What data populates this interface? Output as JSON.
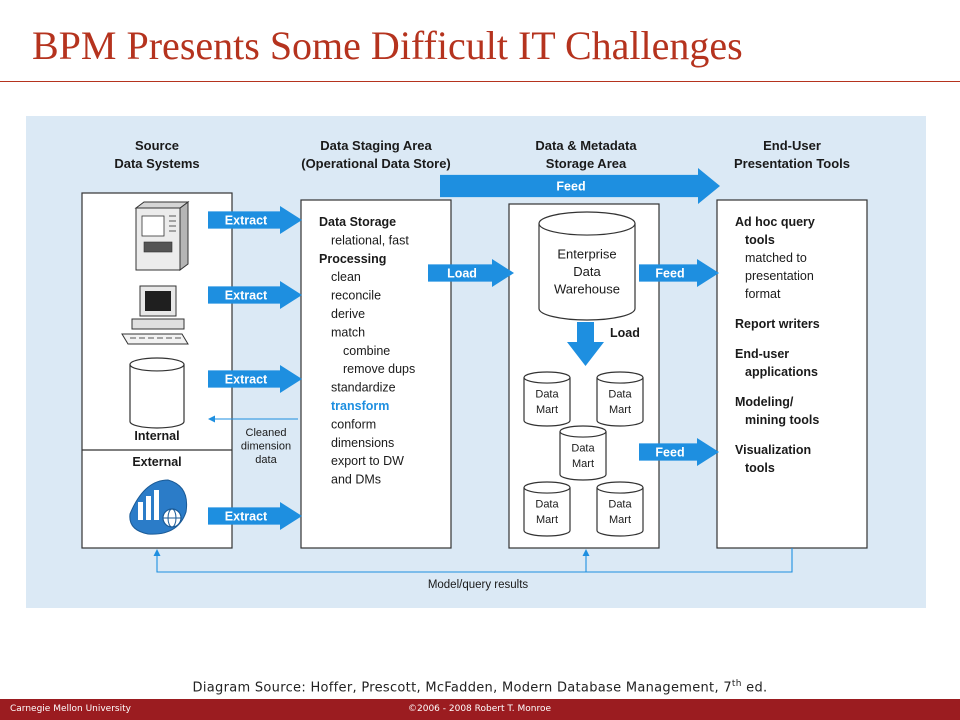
{
  "slide": {
    "title": "BPM Presents Some Difficult IT Challenges",
    "source_note": {
      "prefix": "Diagram Source: Hoffer, Prescott, McFadden, Modern Database Management, 7",
      "sup": "th",
      "suffix": " ed."
    },
    "footer_left": "Carnegie Mellon University",
    "footer_right": "©2006 - 2008  Robert T. Monroe"
  },
  "diagram": {
    "colors": {
      "background": "#dbe9f5",
      "arrow": "#1e8fe0",
      "line": "#333333",
      "transform": "#1e8fe0",
      "feedback": "#1e8fe0"
    },
    "columns": {
      "source": {
        "title_lines": [
          "Source",
          "Data Systems"
        ],
        "internal_label": "Internal",
        "external_label": "External"
      },
      "staging": {
        "title_lines": [
          "Data Staging Area",
          "(Operational Data Store)"
        ],
        "lines": [
          {
            "text": "Data Storage",
            "bold": true,
            "indent": 0
          },
          {
            "text": "relational, fast",
            "bold": false,
            "indent": 1
          },
          {
            "text": "Processing",
            "bold": true,
            "indent": 0
          },
          {
            "text": "clean",
            "bold": false,
            "indent": 1
          },
          {
            "text": "reconcile",
            "bold": false,
            "indent": 1
          },
          {
            "text": "derive",
            "bold": false,
            "indent": 1
          },
          {
            "text": "match",
            "bold": false,
            "indent": 1
          },
          {
            "text": "combine",
            "bold": false,
            "indent": 2
          },
          {
            "text": "remove dups",
            "bold": false,
            "indent": 2
          },
          {
            "text": "standardize",
            "bold": false,
            "indent": 1
          },
          {
            "text": "transform",
            "bold": true,
            "indent": 1,
            "highlight": true
          },
          {
            "text": "conform",
            "bold": false,
            "indent": 1
          },
          {
            "text": "dimensions",
            "bold": false,
            "indent": 1
          },
          {
            "text": "export to DW",
            "bold": false,
            "indent": 1
          },
          {
            "text": "and DMs",
            "bold": false,
            "indent": 1
          }
        ]
      },
      "warehouse": {
        "title_lines": [
          "Data & Metadata",
          "Storage Area"
        ],
        "edw_lines": [
          "Enterprise",
          "Data",
          "Warehouse"
        ],
        "load_label": "Load",
        "mart_lines": [
          "Data",
          "Mart"
        ]
      },
      "presentation": {
        "title_lines": [
          "End-User",
          "Presentation Tools"
        ],
        "items": [
          {
            "lines": [
              {
                "text": "Ad hoc query",
                "bold": true,
                "indent": 0
              },
              {
                "text": "tools",
                "bold": true,
                "indent": 1
              },
              {
                "text": "matched to",
                "bold": false,
                "indent": 1
              },
              {
                "text": "presentation",
                "bold": false,
                "indent": 1
              },
              {
                "text": "format",
                "bold": false,
                "indent": 1
              }
            ]
          },
          {
            "lines": [
              {
                "text": "Report writers",
                "bold": true,
                "indent": 0
              }
            ]
          },
          {
            "lines": [
              {
                "text": "End-user",
                "bold": true,
                "indent": 0
              },
              {
                "text": "applications",
                "bold": true,
                "indent": 1
              }
            ]
          },
          {
            "lines": [
              {
                "text": "Modeling/",
                "bold": true,
                "indent": 0
              },
              {
                "text": "mining tools",
                "bold": true,
                "indent": 1
              }
            ]
          },
          {
            "lines": [
              {
                "text": "Visualization",
                "bold": true,
                "indent": 0
              },
              {
                "text": "tools",
                "bold": true,
                "indent": 1
              }
            ]
          }
        ]
      }
    },
    "arrows": {
      "extract": "Extract",
      "load": "Load",
      "feed": "Feed"
    },
    "cleaned_note": [
      "Cleaned",
      "dimension",
      "data"
    ],
    "feedback_label": "Model/query results"
  }
}
